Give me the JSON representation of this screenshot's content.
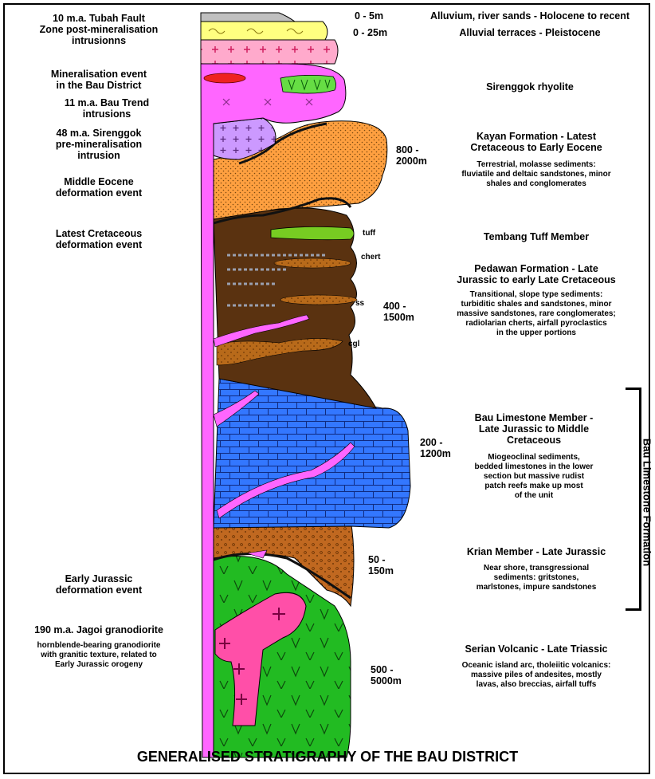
{
  "title": "GENERALISED STRATIGRAPHY OF THE BAU DISTRICT",
  "side_bracket_label": "Bau Limestone Formation",
  "events": [
    {
      "id": "tubah",
      "text": "10 m.a. Tubah Fault\nZone post-mineralisation\nintrusionns"
    },
    {
      "id": "mineralisation",
      "text": "Mineralisation event\nin the Bau District"
    },
    {
      "id": "bau-trend",
      "text": "11 m.a. Bau Trend\nintrusions"
    },
    {
      "id": "sirenggok",
      "text": "48 m.a. Sirenggok\npre-mineralisation\nintrusion"
    },
    {
      "id": "middle-eocene",
      "text": "Middle Eocene\ndeformation event"
    },
    {
      "id": "latest-cretaceous",
      "text": "Latest Cretaceous\ndeformation event"
    },
    {
      "id": "early-jurassic",
      "text": "Early Jurassic\ndeformation event"
    },
    {
      "id": "jagoi",
      "text": "190 m.a. Jagoi granodiorite"
    },
    {
      "id": "jagoi-desc",
      "text": "hornblende-bearing granodiorite\nwith granitic texture, related to\nEarly Jurassic orogeny"
    }
  ],
  "thicknesses": [
    {
      "id": "alluvium",
      "text": "0 - 5m"
    },
    {
      "id": "terraces",
      "text": "0 - 25m"
    },
    {
      "id": "kayan",
      "text": "800 -\n2000m"
    },
    {
      "id": "pedawan",
      "text": "400 -\n1500m"
    },
    {
      "id": "bau",
      "text": "200 -\n1200m"
    },
    {
      "id": "krian",
      "text": "50 -\n150m"
    },
    {
      "id": "serian",
      "text": "500 -\n5000m"
    }
  ],
  "lithology_labels": {
    "tuff": "tuff",
    "chert": "chert",
    "ss": "ss",
    "cgl": "cgl"
  },
  "units": [
    {
      "id": "alluvium",
      "title": "Alluvium, river sands - Holocene to recent",
      "desc": ""
    },
    {
      "id": "terraces",
      "title": "Alluvial terraces - Pleistocene",
      "desc": ""
    },
    {
      "id": "rhyolite",
      "title": "Sirenggok rhyolite",
      "desc": ""
    },
    {
      "id": "kayan",
      "title": "Kayan Formation - Latest\nCretaceous to Early Eocene",
      "desc": "Terrestrial, molasse sediments:\nfluviatile and deltaic sandstones, minor\nshales and conglomerates"
    },
    {
      "id": "tembang",
      "title": "Tembang Tuff Member",
      "desc": ""
    },
    {
      "id": "pedawan",
      "title": "Pedawan Formation - Late\nJurassic to early Late Cretaceous",
      "desc": "Transitional, slope type sediments:\nturbiditic shales and sandstones, minor\nmassive sandstones, rare conglomerates;\nradiolarian cherts, airfall pyroclastics\nin the upper portions"
    },
    {
      "id": "bau",
      "title": "Bau Limestone Member -\nLate Jurassic to Middle\nCretaceous",
      "desc": "Miogeoclinal sediments,\nbedded limestones in the lower\nsection but massive rudist\npatch reefs make up most\nof the unit"
    },
    {
      "id": "krian",
      "title": "Krian Member - Late Jurassic",
      "desc": "Near shore, transgressional\nsediments: gritstones,\nmarlstones, impure sandstones"
    },
    {
      "id": "serian",
      "title": "Serian Volcanic - Late Triassic",
      "desc": "Oceanic island arc, tholeiitic volcanics:\nmassive piles of andesites, mostly\nlavas, also breccias, airfall tuffs"
    }
  ],
  "colors": {
    "alluvium": "#c0c0c0",
    "terraces": "#ffff80",
    "intrusion_pink": "#ffaacc",
    "granodiorite": "#ff66ff",
    "rhyolite": "#66dd44",
    "mineral_red": "#ee2222",
    "sirenggok": "#cc99ff",
    "kayan": "#ffa040",
    "pedawan": "#5a3210",
    "tuff": "#77cc22",
    "sandstone": "#b86a1a",
    "limestone": "#3377ff",
    "krian": "#c06820",
    "serian": "#22bb22",
    "jagoi": "#ff4fa8"
  }
}
